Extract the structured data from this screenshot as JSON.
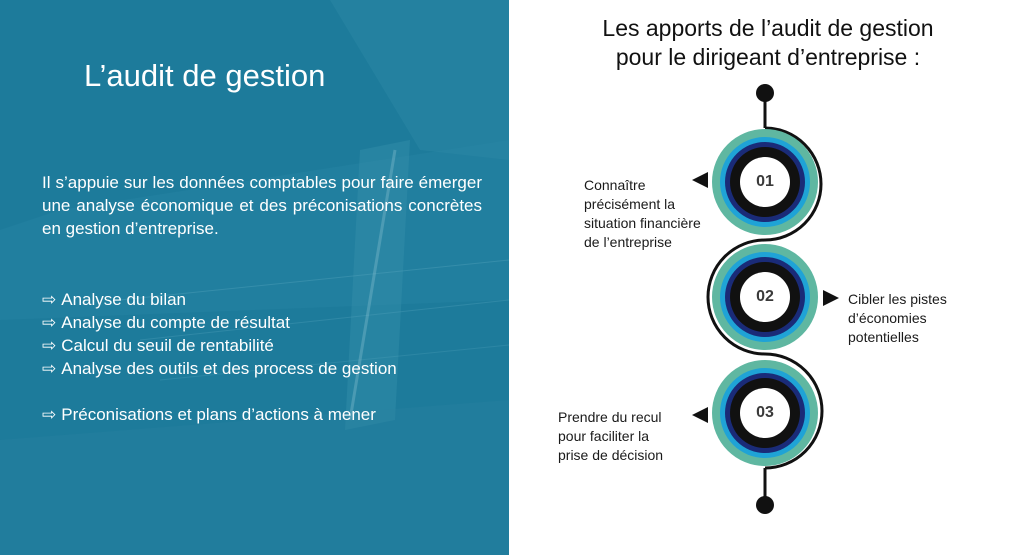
{
  "left": {
    "title": "L’audit de gestion",
    "intro": "Il s’appuie sur les données comptables pour faire émerger une analyse économique et des préconisations concrètes en gestion d’entreprise.",
    "arrow_glyph": "⇨",
    "bullets": [
      "Analyse du bilan",
      "Analyse du compte de résultat",
      "Calcul du seuil de rentabilité",
      "Analyse des outils et des process de gestion",
      "Préconisations et plans d’actions à mener"
    ]
  },
  "right": {
    "title_line1": "Les apports de l’audit de gestion",
    "title_line2": "pour le dirigeant d’entreprise :",
    "steps": [
      {
        "number": "01",
        "text_lines": [
          "Connaître",
          "précisément la",
          "situation financière",
          "de l’entreprise"
        ]
      },
      {
        "number": "02",
        "text_lines": [
          "Cibler les pistes",
          "d’économies",
          "potentielles"
        ]
      },
      {
        "number": "03",
        "text_lines": [
          "Prendre du recul",
          "pour faciliter la",
          "prise de décision"
        ]
      }
    ]
  },
  "colors": {
    "panel_blue": "#1d7b9b",
    "ring_outer": "#5fb7a1",
    "ring_mid": "#1fa3d6",
    "ring_navy": "#1a2b78",
    "ring_black": "#111111",
    "text_dark": "#1a1a1a"
  }
}
